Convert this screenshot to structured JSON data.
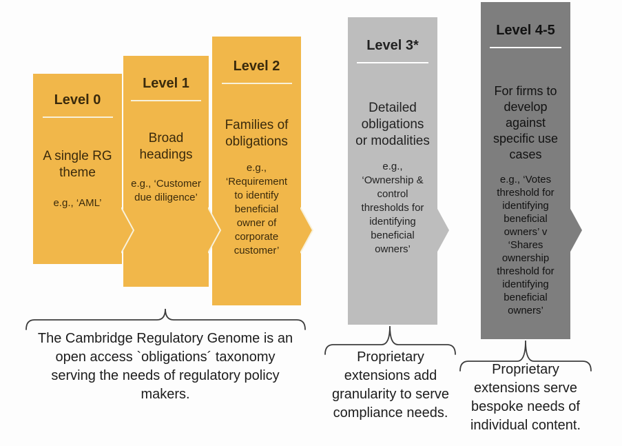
{
  "diagram": {
    "columns": [
      {
        "title": "Level 0",
        "body": "A single RG\ntheme",
        "example": "e.g., ‘AML’",
        "color": "#F1B74A",
        "text_color": "#3A2A0C",
        "rule_color": "#F8F1DA",
        "tip_stroke": "#F8F1DA"
      },
      {
        "title": "Level 1",
        "body": "Broad\nheadings",
        "example": "e.g., ‘Customer\ndue diligence’",
        "color": "#F1B74A",
        "text_color": "#3A2A0C",
        "rule_color": "#F8F1DA",
        "tip_stroke": "#F8F1DA"
      },
      {
        "title": "Level 2",
        "body": "Families of\nobligations",
        "example": "e.g.,\n‘Requirement\nto identify\nbeneficial\nowner of\ncorporate\ncustomer’",
        "color": "#F1B74A",
        "text_color": "#3A2A0C",
        "rule_color": "#F8F1DA",
        "tip_stroke": "#F8F1DA"
      },
      {
        "title": "Level 3*",
        "body": "Detailed\nobligations\nor modalities",
        "example": "e.g.,\n‘Ownership &\ncontrol\nthresholds for\nidentifying\nbeneficial\nowners’",
        "color": "#BDBDBD",
        "text_color": "#222222",
        "rule_color": "#FFFFFF",
        "tip_stroke": null
      },
      {
        "title": "Level 4-5",
        "body": "For firms to\ndevelop\nagainst\nspecific use\ncases",
        "example": "e.g., ‘Votes\nthreshold for\nidentifying\nbeneficial\nowners’ v\n‘Shares\nownership\nthreshold for\nidentifying\nbeneficial\nowners’",
        "color": "#7E7E7E",
        "text_color": "#111111",
        "rule_color": "#FFFFFF",
        "tip_stroke": null
      }
    ],
    "captions": [
      {
        "text": "The Cambridge Regulatory Genome is an\nopen access `obligations´ taxonomy\nserving the needs of regulatory policy\nmakers."
      },
      {
        "text": "Proprietary\nextensions add\ngranularity to serve\ncompliance needs."
      },
      {
        "text": "Proprietary\nextensions serve\nbespoke needs of\nindividual content."
      }
    ],
    "colors": {
      "orange": "#F1B74A",
      "light_gray": "#BDBDBD",
      "dark_gray": "#7E7E7E",
      "brace": "#3C3C3C",
      "background": "#FDFDFD"
    }
  }
}
